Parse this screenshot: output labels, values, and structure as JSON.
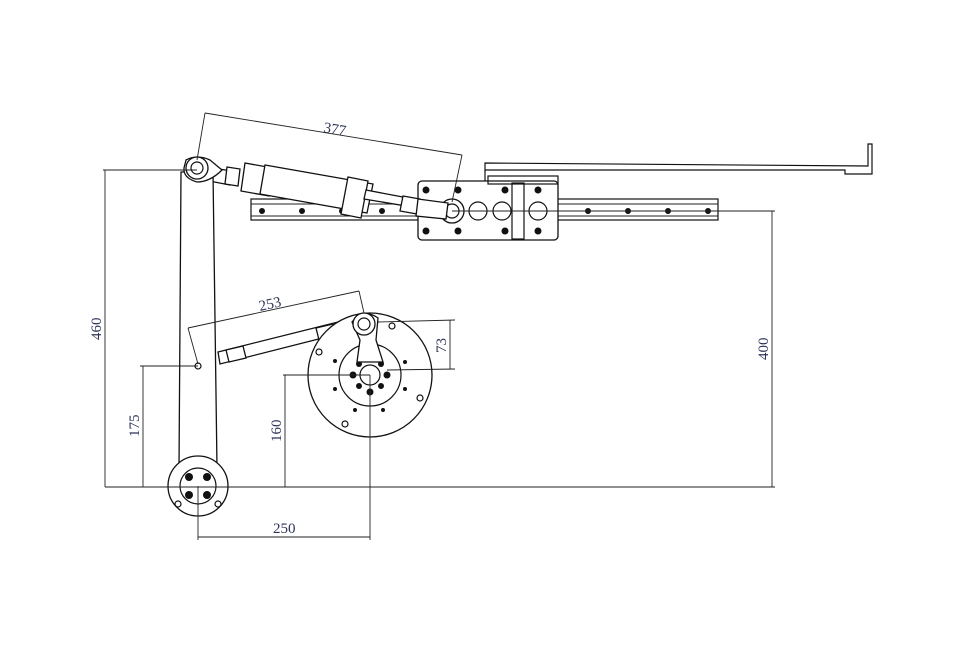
{
  "drawing": {
    "dimensions": {
      "cylinder_length": "377",
      "arm_height": "460",
      "lower_pivot_height": "175",
      "link_length": "253",
      "disk_offset": "73",
      "disk_center_height": "160",
      "rail_height": "400",
      "disk_horizontal_offset": "250"
    },
    "colors": {
      "line": "#111111",
      "dimension_text": "#2f3457"
    }
  }
}
